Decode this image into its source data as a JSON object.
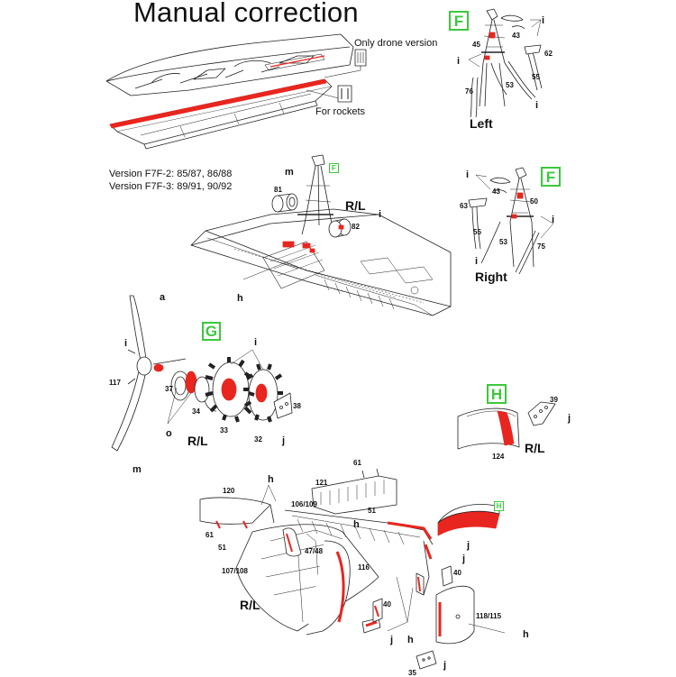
{
  "title": "Manual correction",
  "notes": {
    "drone": "Only drone version",
    "rockets": "For rockets"
  },
  "versions": [
    "Version F7F-2: 85/87, 86/88",
    "Version F7F-3: 89/91, 90/92"
  ],
  "badges": {
    "F": "F",
    "G": "G",
    "H": "H"
  },
  "side_labels": {
    "left": "Left",
    "right": "Right",
    "rl": "R/L"
  },
  "colors": {
    "accent": "#e8261f",
    "badge": "#3cc83c",
    "line": "#222222"
  },
  "parts": {
    "p45": "45",
    "p43a": "43",
    "p62": "62",
    "p76": "76",
    "p53a": "53",
    "p55a": "55",
    "p81": "81",
    "p82": "82",
    "p63": "63",
    "p43b": "43",
    "p50": "50",
    "p55b": "55",
    "p53b": "53",
    "p75": "75",
    "p117": "117",
    "p37": "37",
    "p34": "34",
    "p33": "33",
    "p32": "32",
    "p38": "38",
    "p39": "39",
    "p124": "124",
    "p120": "120",
    "p121": "121",
    "p61a": "61",
    "p106": "106/109",
    "p51a": "51",
    "p61b": "61",
    "p51b": "51",
    "p47": "47/48",
    "p107": "107/108",
    "p116": "116",
    "p40a": "40",
    "p40b": "40",
    "p118": "118/115",
    "p35": "35"
  },
  "letters": {
    "i_f1a": "i",
    "i_f1b": "i",
    "i_f1c": "i",
    "m_mid": "m",
    "i_mid": "i",
    "h_mid": "h",
    "i_f2a": "i",
    "i_f2b": "i",
    "i_f2c": "i",
    "a_prop": "a",
    "i_prop": "i",
    "i_g": "i",
    "o_g": "o",
    "j_g": "j",
    "m_prop": "m",
    "j_h": "j",
    "h_b1": "h",
    "h_b2": "h",
    "j_b1": "j",
    "j_b2": "j",
    "h_b3": "h",
    "j_b3": "j",
    "h_b4": "h",
    "j_b4": "j"
  }
}
